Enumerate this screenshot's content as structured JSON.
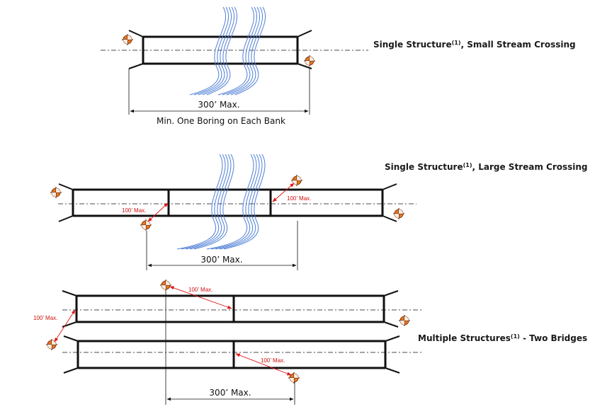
{
  "colors": {
    "structure": "#111111",
    "stream": "#4f7fd6",
    "boring_fill": "#e37820",
    "boring_stroke": "#8a3a10",
    "red_annotation": "#e01515",
    "label": "#1a1a1a"
  },
  "diagram1": {
    "title_main": "Single Structure",
    "title_sup": "(1)",
    "title_rest": ", Small Stream Crossing",
    "dimension": "300’ Max.",
    "note": "Min. One Boring on Each Bank"
  },
  "diagram2": {
    "title_main": "Single Structure",
    "title_sup": "(1)",
    "title_rest": ", Large Stream Crossing",
    "offset_left": "100’ Max.",
    "offset_right": "100’ Max.",
    "dimension": "300’ Max."
  },
  "diagram3": {
    "title_main": "Multiple Structures",
    "title_sup": "(1)",
    "title_rest": " - Two Bridges",
    "offset_top": "100’ Max.",
    "offset_left": "100’ Max.",
    "offset_bottom": "100’ Max.",
    "dimension": "300’ Max."
  },
  "icons": [
    "boring-location-icon",
    "stream-icon",
    "arrow-icon"
  ]
}
